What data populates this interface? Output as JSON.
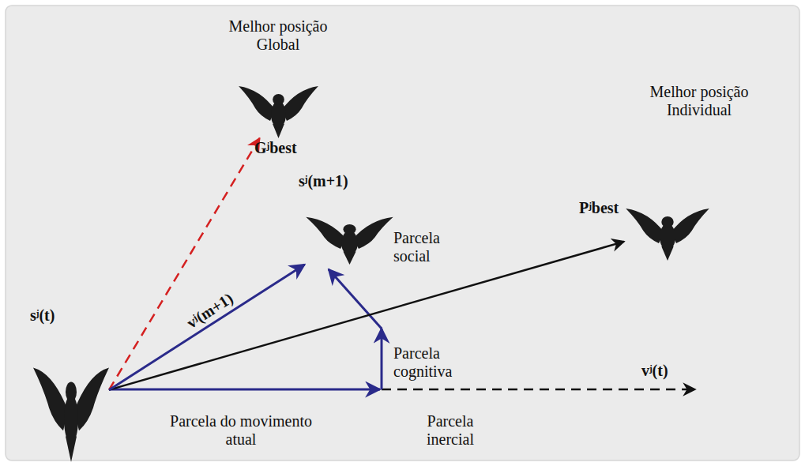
{
  "diagram": {
    "nodes": [
      {
        "text": [
          "sʲ(t)"
        ]
      },
      {
        "text": [
          "Melhor posição Global",
          "Gʲbest"
        ]
      },
      {
        "text": [
          "sʲ(m+1)"
        ]
      },
      {
        "text": [
          "Melhor posição Individual",
          "Pʲbest"
        ]
      }
    ],
    "edges": [
      {
        "from": 0,
        "to": 1,
        "arrow": "to"
      },
      {
        "from": 0,
        "to": 3,
        "arrow": "to"
      },
      {
        "from": 0,
        "to": 2,
        "label": "vʲ(m+1)",
        "arrow": "to"
      }
    ],
    "labels": [
      "Parcela social",
      "Parcela cognitiva",
      "Parcela do movimento atual",
      "Parcela inercial",
      "vʲ(t)"
    ]
  }
}
